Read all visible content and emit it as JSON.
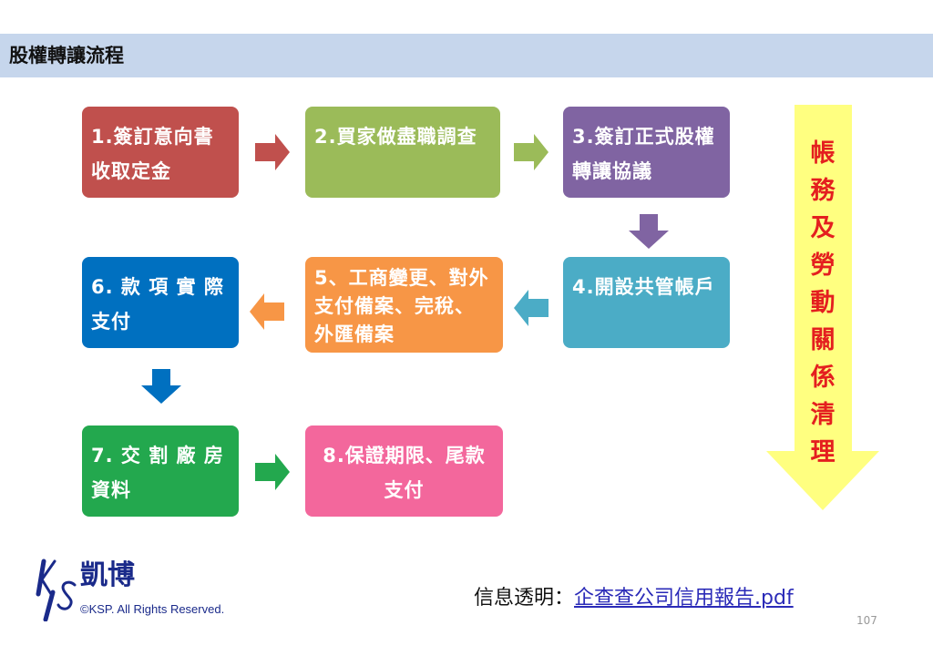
{
  "header": {
    "title": "股權轉讓流程"
  },
  "steps": [
    {
      "label": "1.簽訂意向書收取定金",
      "color": "#c0504d"
    },
    {
      "label": "2.買家做盡職調查",
      "color": "#9bbb59"
    },
    {
      "label": "3.簽訂正式股權轉讓協議",
      "color": "#8064a2"
    },
    {
      "label": "4.開設共管帳戶",
      "color": "#4bacc6"
    },
    {
      "label": "5、工商變更、對外支付備案、完稅、外匯備案",
      "color": "#f79646"
    },
    {
      "label": "6. 款 項 實 際 支付",
      "color": "#0070c0"
    },
    {
      "label": "7. 交 割 廠 房 資料",
      "color": "#23a84e"
    },
    {
      "label": "8.保證期限、尾款支付",
      "color": "#f3679c"
    }
  ],
  "side_arrow": {
    "label": "帳務及勞動關係清理",
    "color": "#ffff80"
  },
  "footer": {
    "brand": "凱博",
    "logo": "KSP",
    "copyright": "©KSP. All Rights Reserved.",
    "info_label": "信息透明：",
    "link": "企查查公司信用報告.pdf",
    "page": "107"
  }
}
